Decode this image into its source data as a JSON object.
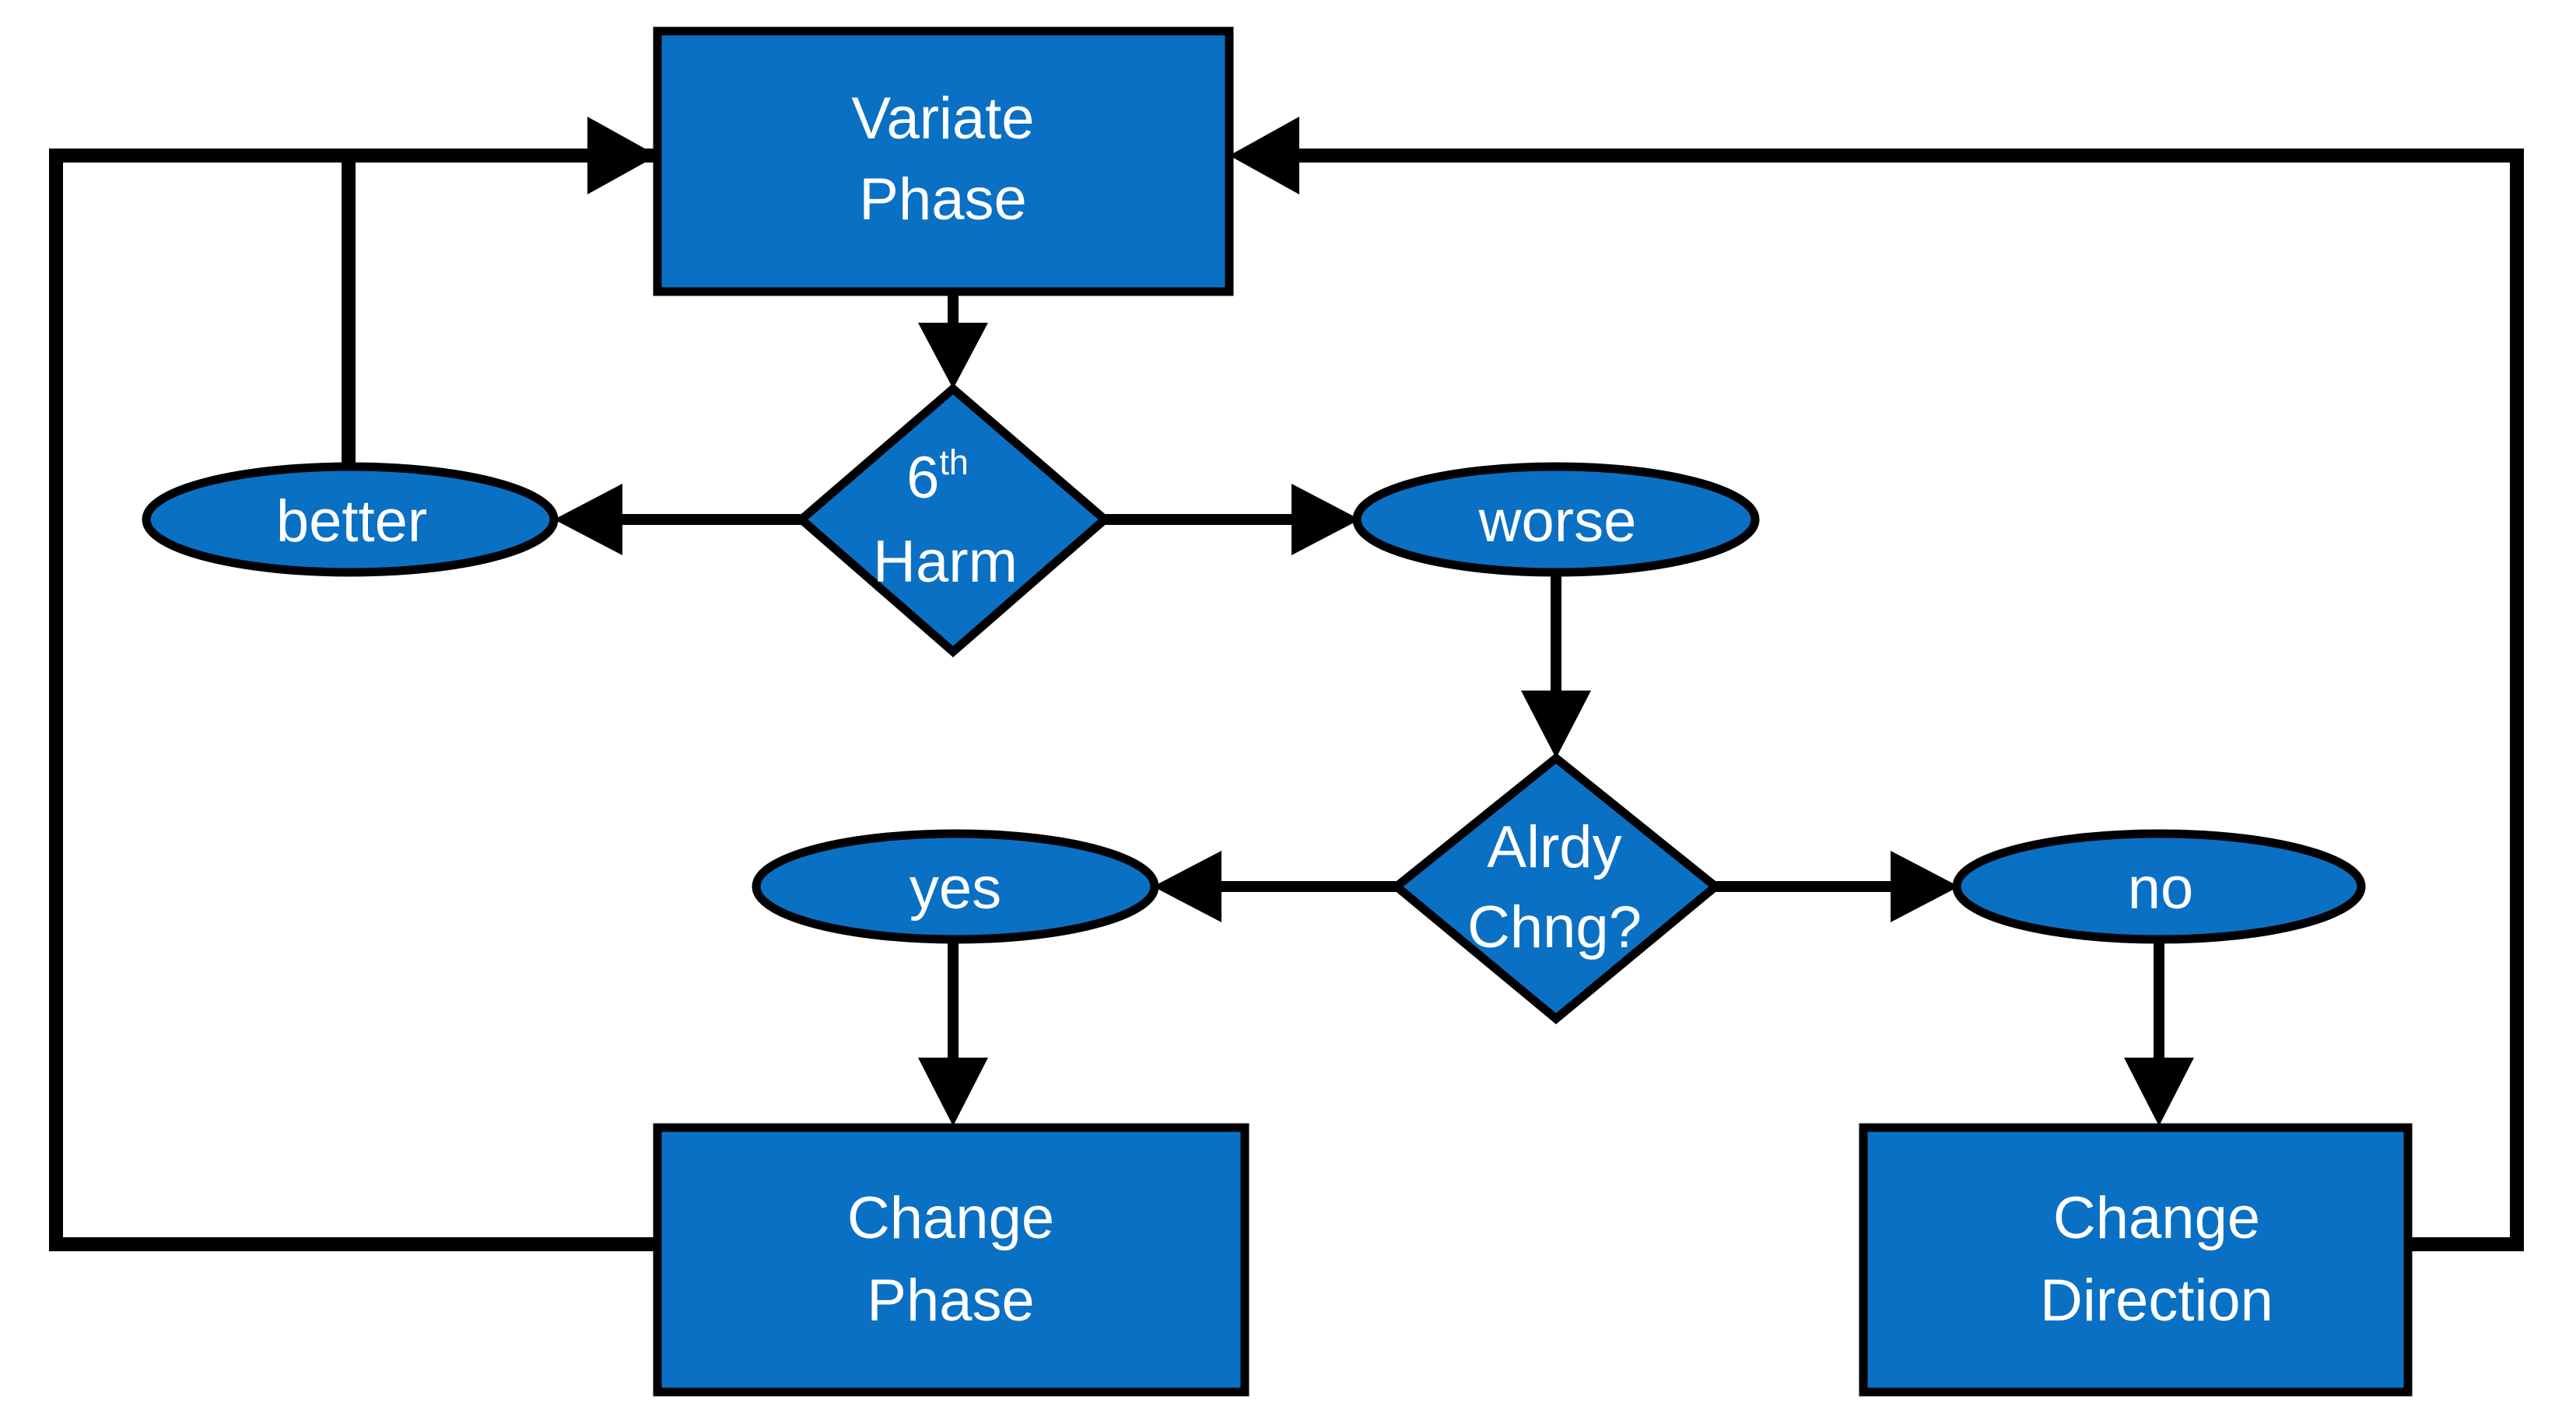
{
  "diagram": {
    "title": "Variate Phase optimization loop flowchart",
    "type": "flowchart",
    "colors": {
      "node_fill": "#0a70c4",
      "node_stroke": "#000000",
      "node_text": "#ffffff",
      "edge": "#000000",
      "background": "#ffffff"
    },
    "nodes": {
      "variate_phase": {
        "shape": "rectangle",
        "line1": "Variate",
        "line2": "Phase"
      },
      "sixth_harm": {
        "shape": "diamond",
        "line1_base": "6",
        "line1_sup": "th",
        "line2": "Harm"
      },
      "better": {
        "shape": "ellipse",
        "label": "better"
      },
      "worse": {
        "shape": "ellipse",
        "label": "worse"
      },
      "alrdy_chng": {
        "shape": "diamond",
        "line1": "Alrdy",
        "line2": "Chng?"
      },
      "yes": {
        "shape": "ellipse",
        "label": "yes"
      },
      "no": {
        "shape": "ellipse",
        "label": "no"
      },
      "change_phase": {
        "shape": "rectangle",
        "line1": "Change",
        "line2": "Phase"
      },
      "change_direction": {
        "shape": "rectangle",
        "line1": "Change",
        "line2": "Direction"
      }
    },
    "edges": [
      {
        "from": "variate_phase",
        "to": "sixth_harm",
        "arrow": "down"
      },
      {
        "from": "sixth_harm",
        "to": "better",
        "arrow": "left"
      },
      {
        "from": "sixth_harm",
        "to": "worse",
        "arrow": "right"
      },
      {
        "from": "better",
        "to": "variate_phase",
        "arrow": "right"
      },
      {
        "from": "worse",
        "to": "alrdy_chng",
        "arrow": "down"
      },
      {
        "from": "alrdy_chng",
        "to": "yes",
        "arrow": "left"
      },
      {
        "from": "alrdy_chng",
        "to": "no",
        "arrow": "right"
      },
      {
        "from": "yes",
        "to": "change_phase",
        "arrow": "down"
      },
      {
        "from": "no",
        "to": "change_direction",
        "arrow": "down"
      },
      {
        "from": "change_phase",
        "to": "variate_phase",
        "arrow": "right"
      },
      {
        "from": "change_direction",
        "to": "variate_phase",
        "arrow": "left"
      }
    ]
  }
}
